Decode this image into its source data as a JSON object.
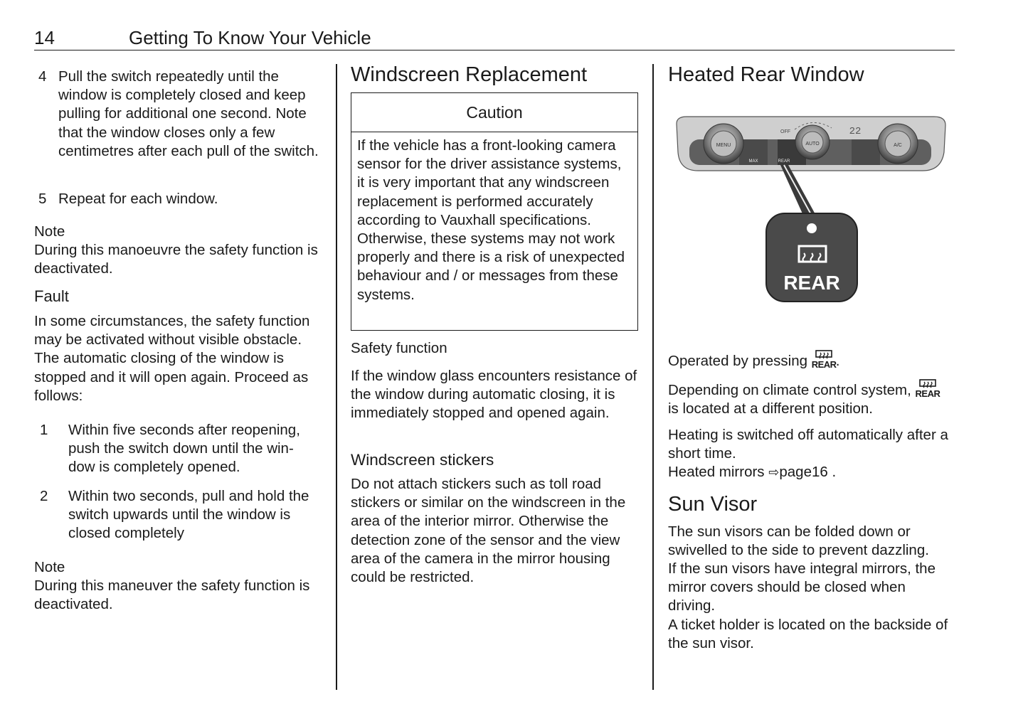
{
  "header": {
    "page_number": "14",
    "title": "Getting To Know Your Vehicle"
  },
  "col1": {
    "steps_a": [
      {
        "num": "4",
        "text": "Pull the switch repeatedly until the window is completely closed and keep pulling for additional one second. Note that the window closes only a few centimetres after each pull of the switch."
      },
      {
        "num": "5",
        "text": "Repeat for each window."
      }
    ],
    "note1_label": "Note",
    "note1_text": "During this manoeuvre the safety function is deactivated.",
    "fault_heading": "Fault",
    "fault_text": "In some circumstances, the safety function may be activated without visible obstacle. The automatic closing of the window is stopped and it will open again. Proceed as follows:",
    "steps_b": [
      {
        "num": "1",
        "text": "Within five seconds after reopening, push the switch down until the win-dow is completely opened."
      },
      {
        "num": "2",
        "text": "Within two seconds, pull and hold the switch upwards until the window is closed completely"
      }
    ],
    "note2_label": "Note",
    "note2_text": "During this maneuver the safety function is deactivated."
  },
  "col2": {
    "heading": "Windscreen Replacement",
    "caution_title": "Caution",
    "caution_text": "If the vehicle has a front-looking camera sensor for the driver assistance systems, it is very important that any windscreen replacement is performed accurately according to Vauxhall specifications. Otherwise, these systems may not work properly and there is a risk of unexpected behaviour and / or messages from these systems.",
    "safety_heading": "Safety function",
    "safety_text": "If the window glass encounters resistance of the window during automatic closing, it is immediately stopped and opened again.",
    "stickers_heading": "Windscreen stickers",
    "stickers_text": "Do not attach stickers such as toll road stickers or similar on the windscreen in the area of the interior mirror. Otherwise the detection zone of the sensor and the view area of the camera in the mirror housing could be restricted."
  },
  "col3": {
    "heading": "Heated Rear Window",
    "illustration": {
      "panel_labels": {
        "menu": "MENU",
        "off": "OFF",
        "auto": "AUTO",
        "ac": "A/C",
        "max": "MAX",
        "rear": "REAR",
        "temp": "22"
      },
      "callout_label": "REAR"
    },
    "operated_text": "Operated by pressing",
    "operated_suffix": ".",
    "glyph_label": "REAR",
    "depending_text": "Depending on climate control system,",
    "depending_text2": "is located at a different position.",
    "heating_text": "Heating is switched off automatically after a short time.",
    "mirrors_text": "Heated mirrors",
    "mirrors_link": "page16 .",
    "sunvisor_heading": "Sun Visor",
    "sunvisor_text1": "The sun visors can be folded down or swivelled to the side to prevent dazzling.",
    "sunvisor_text2": "If the sun visors have integral mirrors, the mirror covers should be closed when driving.",
    "sunvisor_text3": "A ticket holder is located on the backside of the sun visor."
  }
}
